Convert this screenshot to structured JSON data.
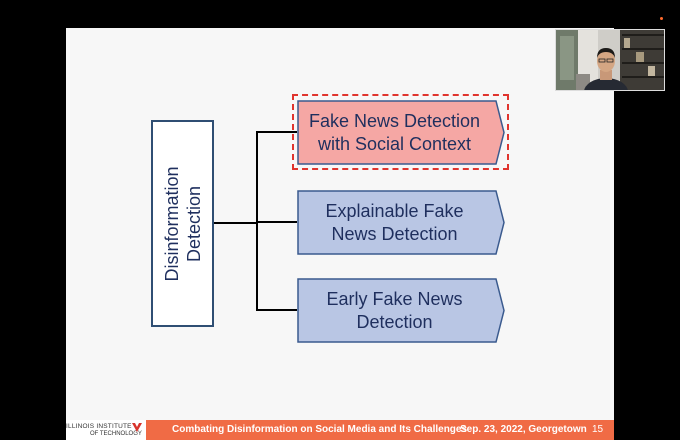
{
  "slide": {
    "root_label_line1": "Disinformation",
    "root_label_line2": "Detection",
    "nodes": [
      {
        "line1": "Fake News Detection",
        "line2": "with Social Context",
        "highlighted": true
      },
      {
        "line1": "Explainable Fake",
        "line2": "News Detection",
        "highlighted": false
      },
      {
        "line1": "Early Fake News",
        "line2": "Detection",
        "highlighted": false
      }
    ]
  },
  "footer": {
    "logo_line1": "ILLINOIS INSTITUTE",
    "logo_line2": "OF TECHNOLOGY",
    "title": "Combating Disinformation on Social Media and Its Challenges",
    "date": "Sep. 23, 2022,  Georgetown",
    "page_number": "15"
  },
  "colors": {
    "highlight_fill": "#f5a7a4",
    "highlight_border": "#e0342e",
    "node_fill": "#b9c6e4",
    "node_border": "#3a5a8e",
    "text": "#1f2f5e",
    "footer_bar": "#f06b45"
  },
  "icons": [
    "webcam-video-thumbnail",
    "recording-indicator-dot",
    "iit-logo-mark"
  ]
}
